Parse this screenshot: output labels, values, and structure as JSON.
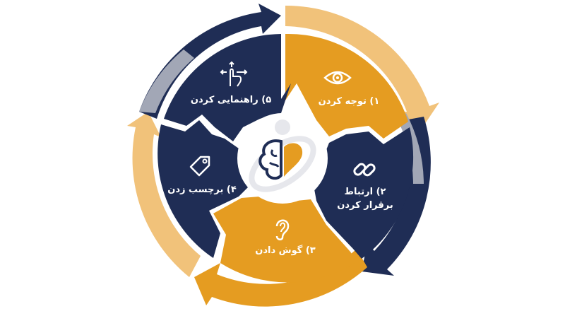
{
  "colors": {
    "navy": "#1f2d55",
    "orange": "#e59c21",
    "light_orange": "#f1c27a",
    "gray_arrow": "#a2a7b6",
    "center_bg": "#ffffff",
    "brain": "#1f2d55",
    "heart": "#e59c21"
  },
  "center": {
    "icon": "brain-heart-icon",
    "background_icon": "person-orbit-icon"
  },
  "steps": [
    {
      "label": "۱) توجه کردن",
      "icon": "eye-icon",
      "color": "orange"
    },
    {
      "label": "۲) ارتباط",
      "label_line2": "برقرار کردن",
      "icon": "link-icon",
      "color": "navy"
    },
    {
      "label": "۳) گوش دادن",
      "icon": "ear-icon",
      "color": "orange"
    },
    {
      "label": "۴) برچسب زدن",
      "icon": "tag-icon",
      "color": "navy"
    },
    {
      "label": "۵) راهنمایی کردن",
      "icon": "pointing-hand-arrows-icon",
      "color": "navy"
    }
  ]
}
